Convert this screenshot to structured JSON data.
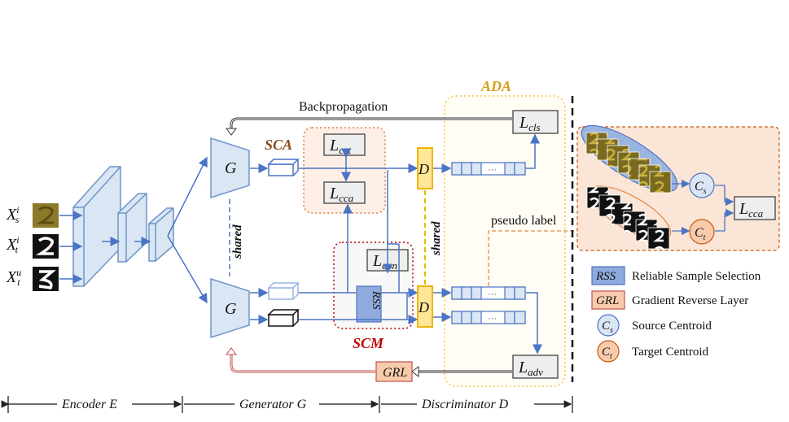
{
  "inputs": [
    {
      "label": "X",
      "sup": "i",
      "sub": "s"
    },
    {
      "label": "X",
      "sup": "i",
      "sub": "t"
    },
    {
      "label": "X",
      "sup": "u",
      "sub": "t"
    }
  ],
  "generator": {
    "top": "G",
    "bottom": "G",
    "shared": "shared"
  },
  "discriminator": {
    "top": "D",
    "bottom": "D",
    "shared": "shared"
  },
  "sca": {
    "title": "SCA",
    "lcct": "cct",
    "lcca": "cca"
  },
  "scm": {
    "title": "SCM",
    "lcon": "con",
    "rss": "RSS"
  },
  "ada": {
    "title": "ADA",
    "lcls": "cls",
    "ladv": "adv"
  },
  "backprop": "Backpropagation",
  "pseudo_label": "pseudo label",
  "grl_box": "GRL",
  "loss_symbol": "L",
  "ellipsis": "···",
  "inset": {
    "cs": "C",
    "cs_sub": "s",
    "ct": "C",
    "ct_sub": "t",
    "lcca": "cca"
  },
  "legend": [
    {
      "tag": "RSS",
      "text": "Reliable Sample Selection"
    },
    {
      "tag": "GRL",
      "text": "Gradient Reverse Layer"
    },
    {
      "tag": "C",
      "sub": "s",
      "text": "Source Centroid"
    },
    {
      "tag": "C",
      "sub": "t",
      "text": "Target Centroid"
    }
  ],
  "bottom_labels": {
    "encoder": "Encoder E",
    "generator": "Generator G",
    "discriminator": "Discriminator D"
  },
  "colors": {
    "blue": "#4a74c4",
    "block_fill": "#dae6f3",
    "block_stroke": "#6d95c9",
    "sca_title": "#8b4a1a",
    "scm_title": "#c00000",
    "ada_title": "#d4a017",
    "disc_fill": "#ffe699",
    "disc_stroke": "#f0b400",
    "inset_fill": "#fbe5d6",
    "inset_stroke": "#c55a11",
    "grl_fill": "#f8cbad",
    "grl_stroke": "#c0504d"
  }
}
